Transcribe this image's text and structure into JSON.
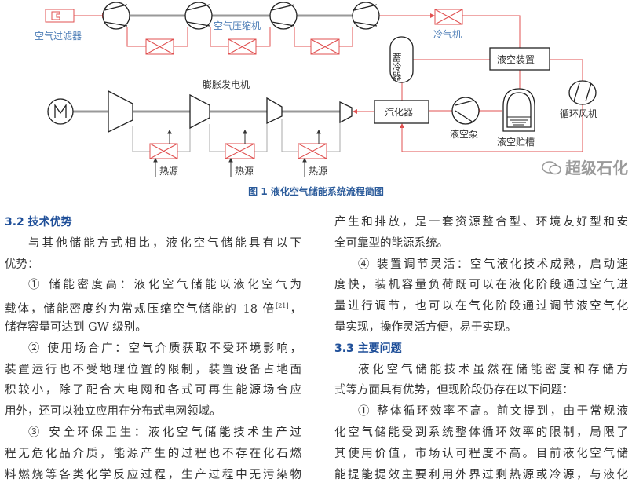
{
  "figure": {
    "labels": {
      "filter": "空气过滤器",
      "compressor": "空气压缩机",
      "cooler": "冷气机",
      "cold_storage": "蓄冷器",
      "liquefier": "液空装置",
      "fan": "循环风机",
      "expander": "膨胀发电机",
      "vaporizer": "汽化器",
      "pump": "液空泵",
      "tank": "液空贮槽",
      "heat_source": "热源"
    },
    "caption": "图 1  液化空气储能系统流程简图",
    "colors": {
      "air_line": "#e05050",
      "label": "#4a7bb5",
      "heading": "#1f4f99"
    }
  },
  "col1": [
    {
      "t": "3.2  技术优势",
      "cls": "h"
    },
    {
      "t": "与其他储能方式相比，液化空气储能具有以下",
      "cls": "ind"
    },
    {
      "t": "优势：",
      "cls": "last"
    },
    {
      "t": "① 储能密度高：液化空气储能以液化空气为",
      "cls": "ind"
    },
    {
      "t": "载体，储能密度约为常规压缩空气储能的 18 倍[21]，",
      "cls": ""
    },
    {
      "t": "储存容量可达到 GW 级别。",
      "cls": "last"
    },
    {
      "t": "② 使用场合广：空气介质获取不受环境影响，",
      "cls": "ind"
    },
    {
      "t": "装置运行也不受地理位置的限制，装置设备占地面",
      "cls": ""
    },
    {
      "t": "积较小，除了配合大电网和各式可再生能源场合应",
      "cls": ""
    },
    {
      "t": "用外，还可以独立应用在分布式电网领域。",
      "cls": "last"
    },
    {
      "t": "③ 安全环保卫生：液化空气储能技术生产过",
      "cls": "ind"
    },
    {
      "t": "程无危化品介质，能源产生的过程也不存在化石燃",
      "cls": ""
    },
    {
      "t": "料燃烧等各类化学反应过程，生产过程中无污染物",
      "cls": ""
    }
  ],
  "col2": [
    {
      "t": "产生和排放，是一套资源整合型、环境友好型和安",
      "cls": ""
    },
    {
      "t": "全可靠型的能源系统。",
      "cls": "last"
    },
    {
      "t": "④ 装置调节灵活：空气液化技术成熟，启动速",
      "cls": "ind"
    },
    {
      "t": "度快，装机容量负荷既可以在液化阶段通过空气进",
      "cls": ""
    },
    {
      "t": "量进行调节，也可以在气化阶段通过调节液空气化",
      "cls": ""
    },
    {
      "t": "量实现，操作灵活方便，易于实现。",
      "cls": "last"
    },
    {
      "t": "3.3  主要问题",
      "cls": "h"
    },
    {
      "t": "液化空气储能技术虽然在储能密度和存储方",
      "cls": "ind"
    },
    {
      "t": "式等方面具有优势，但现阶段仍存在以下问题：",
      "cls": "last"
    },
    {
      "t": "① 整体循环效率不高。前文提到，由于常规液",
      "cls": "ind"
    },
    {
      "t": "化空气储能受到系统整体循环效率的限制，局限了",
      "cls": ""
    },
    {
      "t": "其使用价值，市场认可程度不高。目前液化空气储",
      "cls": ""
    },
    {
      "t": "能提能提效主要利用外界过剩热源或冷源，与液化",
      "cls": ""
    }
  ],
  "watermark": "超级石化"
}
